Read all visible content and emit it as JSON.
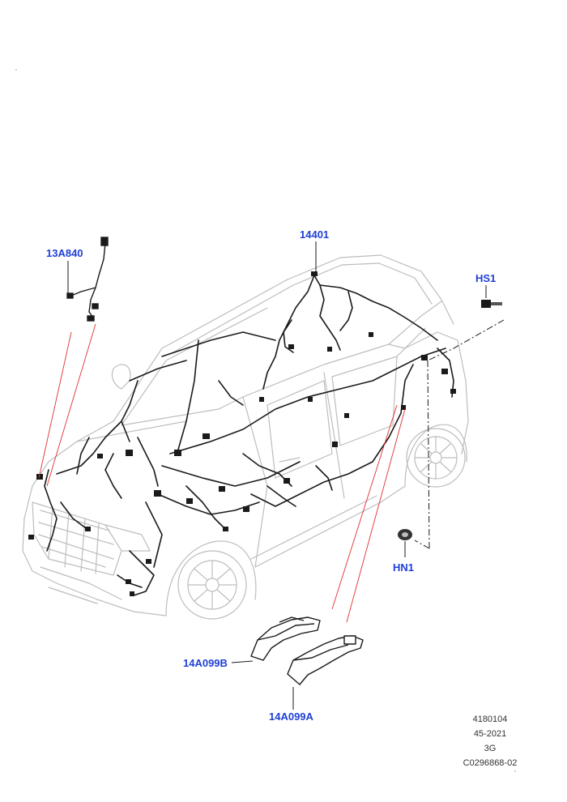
{
  "callouts": {
    "part_13A840": "13A840",
    "part_14401": "14401",
    "part_HS1": "HS1",
    "part_HN1": "HN1",
    "part_14A099B": "14A099B",
    "part_14A099A": "14A099A"
  },
  "reference": {
    "line1": "4180104",
    "line2": "45-2021",
    "line3": "3G",
    "line4": "C0296868-02"
  },
  "colors": {
    "callout_text": "#1f3fd6",
    "car_outline": "#bdbdbd",
    "harness": "#1a1a1a",
    "leader_red": "#e03030"
  }
}
